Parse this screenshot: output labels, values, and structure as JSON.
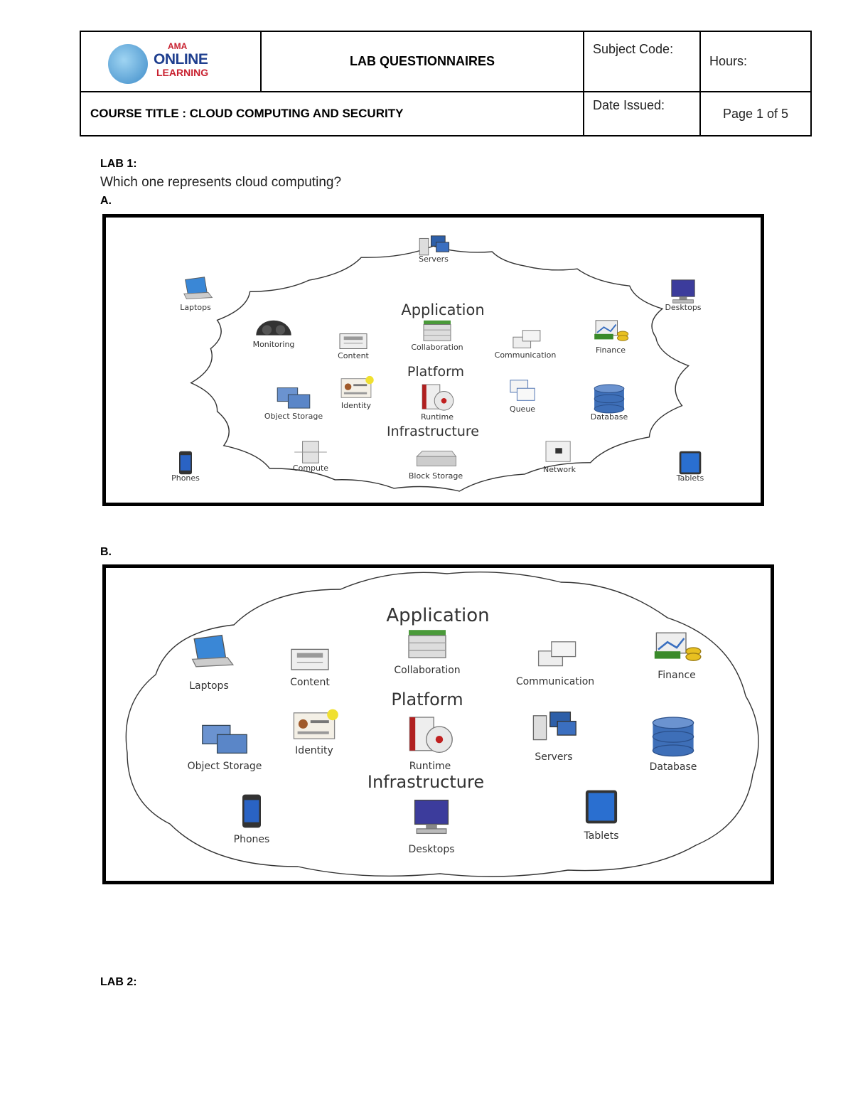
{
  "header": {
    "logo_text": "ONLINE",
    "logo_subtext": "LEARNING",
    "logo_brand": "AMA",
    "title": "LAB QUESTIONNAIRES",
    "subject_code_label": "Subject Code:",
    "hours_label": "Hours:",
    "course_title": "COURSE TITLE : CLOUD COMPUTING AND SECURITY",
    "date_issued_label": "Date Issued:",
    "page_label": "Page 1 of 5"
  },
  "lab1": {
    "label": "LAB 1:",
    "question": "Which one represents cloud computing?",
    "option_a": {
      "label": "A.",
      "layers": [
        "Application",
        "Platform",
        "Infrastructure"
      ],
      "outside": [
        "Servers",
        "Laptops",
        "Desktops",
        "Phones",
        "Tablets"
      ],
      "application": [
        "Monitoring",
        "Content",
        "Collaboration",
        "Communication",
        "Finance"
      ],
      "platform": [
        "Object Storage",
        "Identity",
        "Runtime",
        "Queue",
        "Database"
      ],
      "infrastructure": [
        "Compute",
        "Block Storage",
        "Network"
      ]
    },
    "option_b": {
      "label": "B.",
      "layers": [
        "Application",
        "Platform",
        "Infrastructure"
      ],
      "application": [
        "Laptops",
        "Content",
        "Collaboration",
        "Communication",
        "Finance"
      ],
      "platform": [
        "Object Storage",
        "Identity",
        "Runtime",
        "Servers",
        "Database"
      ],
      "infrastructure": [
        "Phones",
        "Desktops",
        "Tablets"
      ]
    }
  },
  "lab2": {
    "label": "LAB 2:"
  }
}
